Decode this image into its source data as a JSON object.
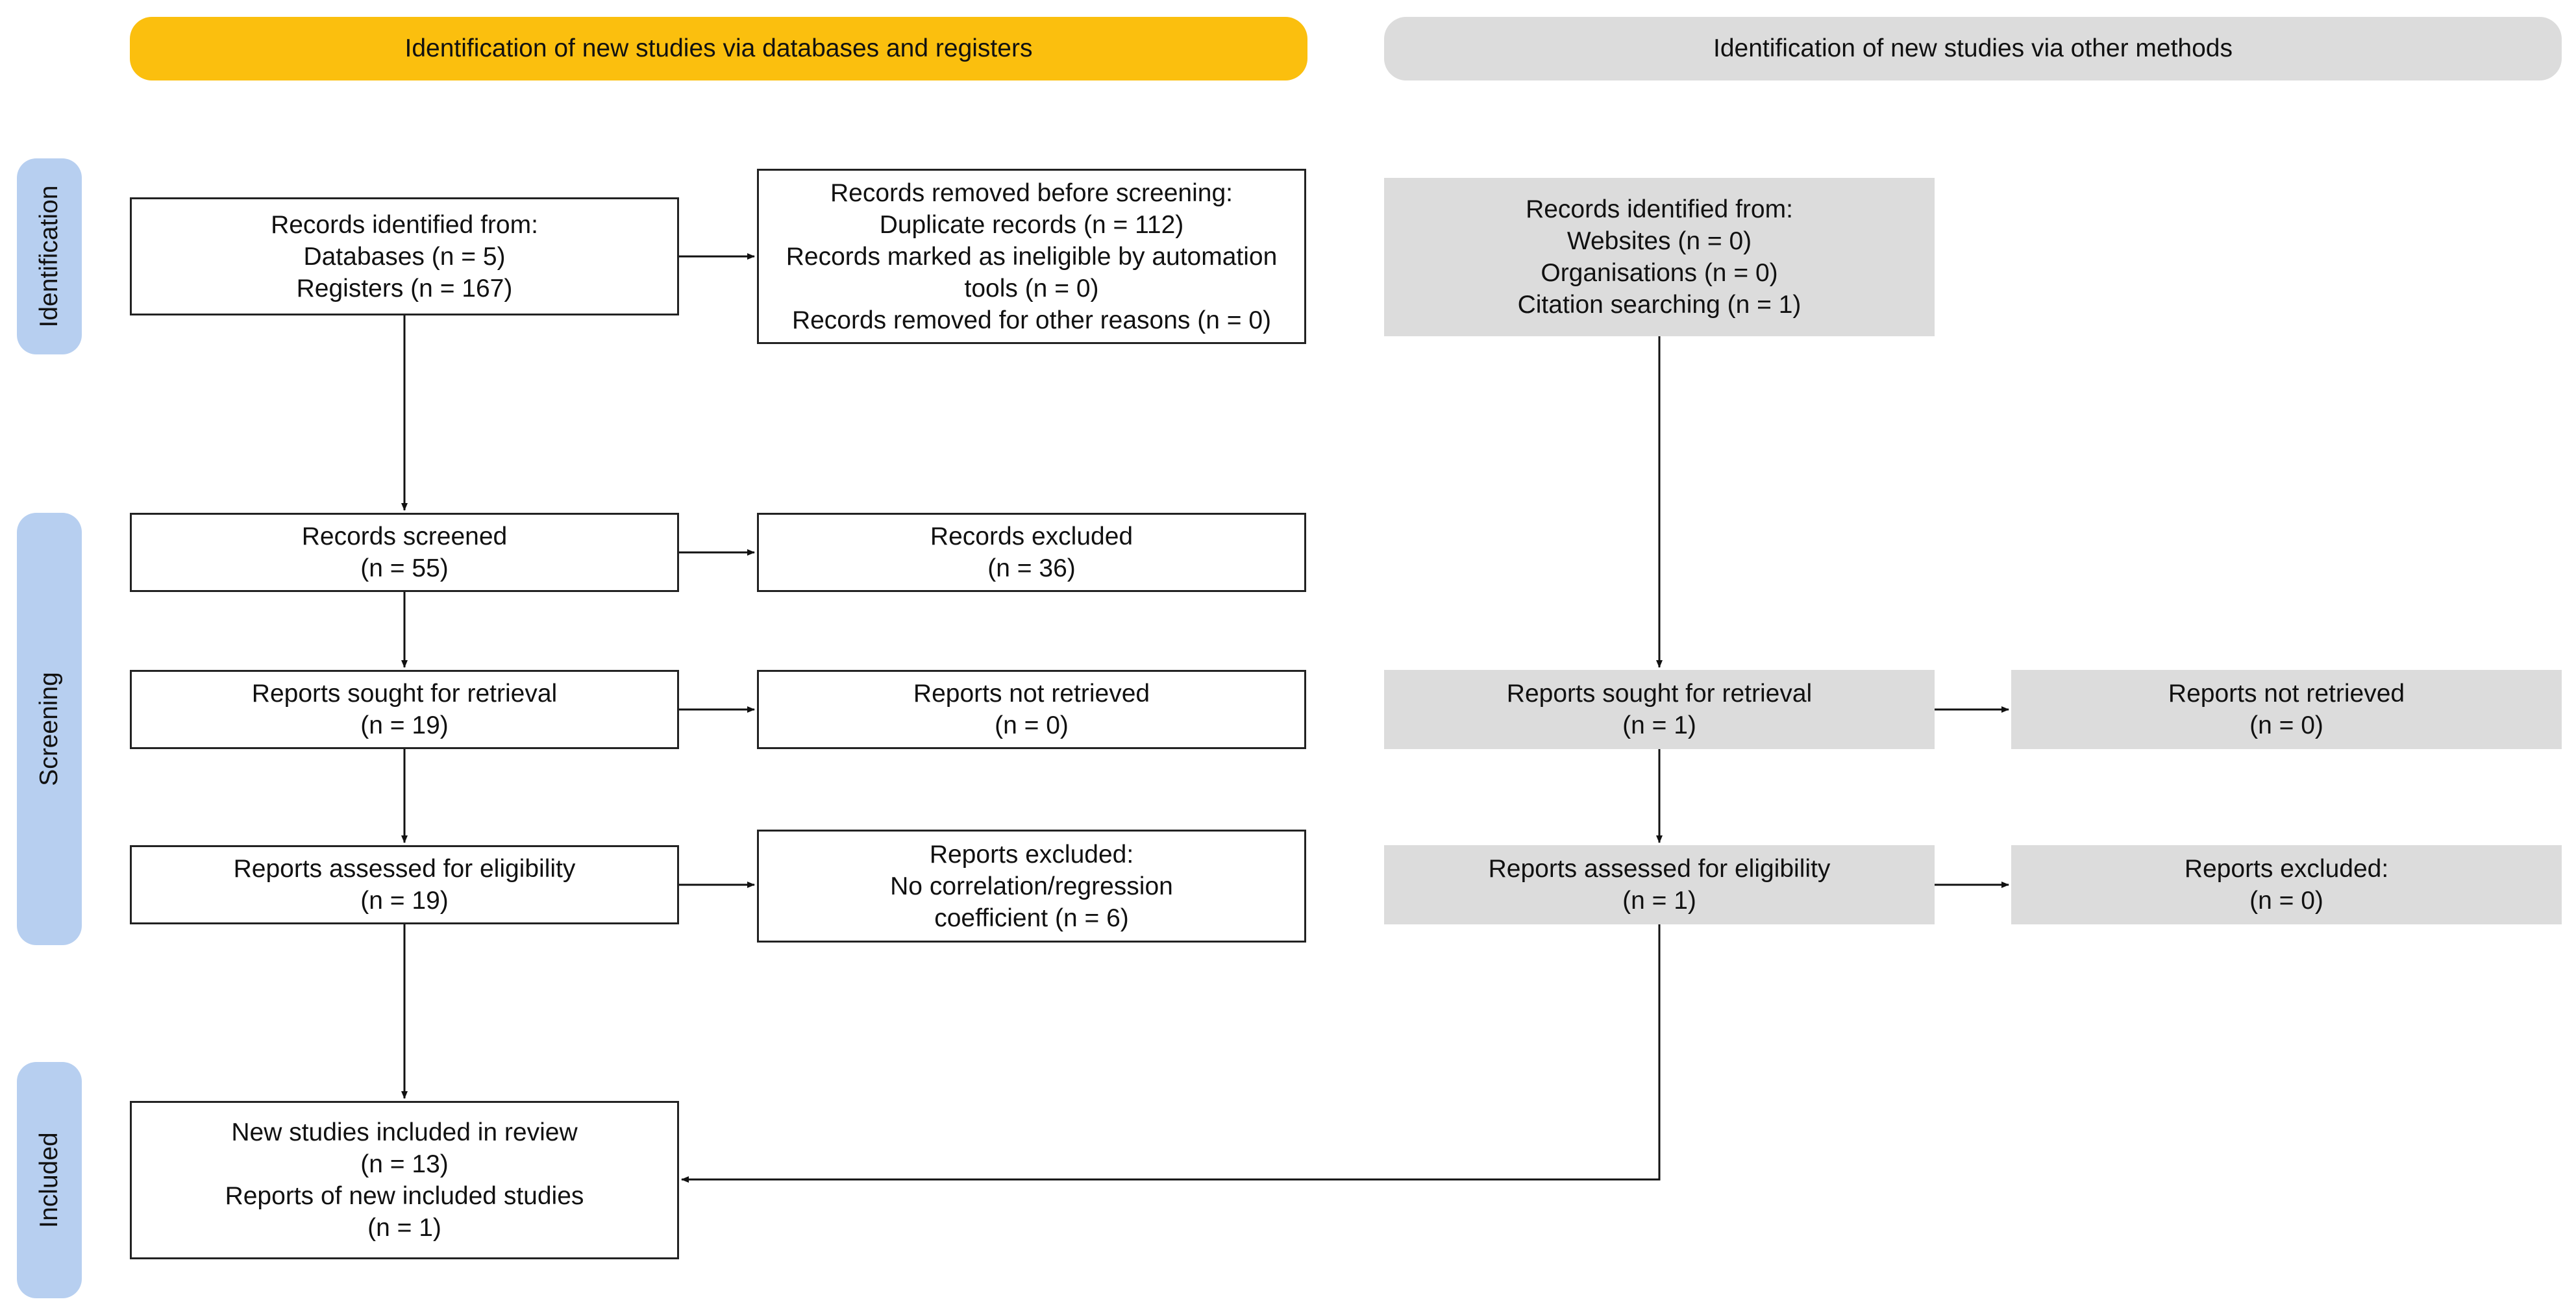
{
  "headers": {
    "databases": "Identification of new studies via databases and registers",
    "other": "Identification of new studies via other methods"
  },
  "stages": {
    "identification": "Identification",
    "screening": "Screening",
    "included": "Included"
  },
  "colors": {
    "databases_header": "#fbbf0e",
    "other_header": "#dcdcdc",
    "stage_tab": "#b7cff0",
    "grey_box": "#dcdcdc"
  },
  "boxes": {
    "records_identified": [
      "Records identified from:",
      "Databases (n = 5)",
      "Registers (n = 167)"
    ],
    "records_removed": [
      "Records removed before screening:",
      "Duplicate records (n = 112)",
      "Records marked as ineligible by automation",
      "tools (n = 0)",
      "Records removed for other reasons (n = 0)"
    ],
    "records_screened": [
      "Records screened",
      "(n = 55)"
    ],
    "records_excluded": [
      "Records excluded",
      "(n = 36)"
    ],
    "reports_sought": [
      "Reports sought for retrieval",
      "(n = 19)"
    ],
    "reports_not_retrieved": [
      "Reports not retrieved",
      "(n = 0)"
    ],
    "reports_assessed": [
      "Reports assessed for eligibility",
      "(n = 19)"
    ],
    "reports_excluded": [
      "Reports excluded:",
      "No correlation/regression",
      "coefficient (n = 6)"
    ],
    "included": [
      "New studies included in review",
      "(n = 13)",
      "Reports of new included studies",
      "(n = 1)"
    ],
    "other_identified": [
      "Records identified from:",
      "Websites (n = 0)",
      "Organisations (n = 0)",
      "Citation searching (n = 1)"
    ],
    "other_sought": [
      "Reports sought for retrieval",
      "(n = 1)"
    ],
    "other_not_retrieved": [
      "Reports not retrieved",
      "(n = 0)"
    ],
    "other_assessed": [
      "Reports assessed for eligibility",
      "(n = 1)"
    ],
    "other_excluded": [
      "Reports excluded:",
      "(n = 0)"
    ]
  }
}
